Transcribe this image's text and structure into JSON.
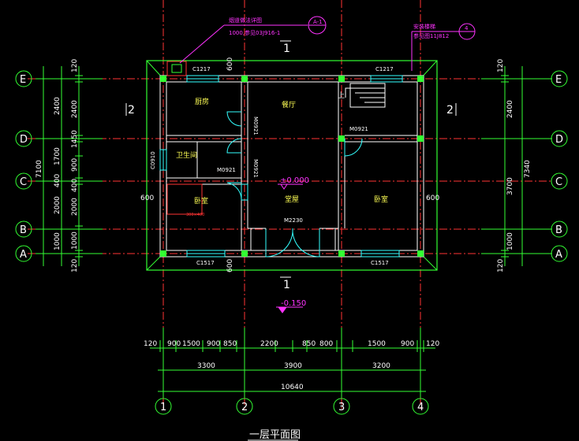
{
  "title": "一层平面图",
  "colors": {
    "background": "#000000",
    "axis": "#ff3333",
    "dim": "#33ff33",
    "wall": "#ffffff",
    "window": "#33ffff",
    "door": "#33ffff",
    "annotation": "#ff33ff",
    "room_text": "#ffff55",
    "column": "#33ff33"
  },
  "axes": {
    "vertical": [
      "1",
      "2",
      "3",
      "4"
    ],
    "horizontal": [
      "A",
      "B",
      "C",
      "D",
      "E"
    ]
  },
  "rooms": {
    "kitchen": "厨房",
    "dining": "餐厅",
    "bathroom": "卫生间",
    "bedroom_left": "卧室",
    "living": "堂屋",
    "bedroom_right": "卧室"
  },
  "openings": {
    "c1217_left": "C1217",
    "c1217_right": "C1217",
    "m0921_a": "M0921",
    "m0921_b": "M0921",
    "m0921_c": "M0921",
    "m0921_d": "M0921",
    "c0910": "C0910",
    "m2230": "M2230",
    "c1517_left": "C1517",
    "c1517_right": "C1517"
  },
  "levels": {
    "floor": "±0.000",
    "outside": "-0.150"
  },
  "section_marks": {
    "side": "2",
    "top": "1",
    "bottom": "1"
  },
  "stair_label": "上",
  "notes": {
    "chimney_line1": "烟道做法详图",
    "chimney_line2": "1000,参见03J916-1",
    "chimney_ref": "A-1",
    "stair_line1": "安装楼梯",
    "stair_line2": "参见图11J812",
    "stair_ref": "4"
  },
  "dims_bottom_row1": [
    "900",
    "1500",
    "900",
    "850",
    "2200",
    "850",
    "800",
    "1500",
    "900"
  ],
  "dims_bottom_row2": [
    "3300",
    "3900",
    "3200"
  ],
  "dims_bottom_total": "10640",
  "dims_bottom_edges": [
    "120",
    "120"
  ],
  "dims_left_row1": [
    "2400",
    "1450",
    "900",
    "400",
    "2000",
    "1000"
  ],
  "dims_left_row2": [
    "7100"
  ],
  "dims_left_edges": [
    "120",
    "120"
  ],
  "dims_right_row1": [
    "2400",
    "3700",
    "1000"
  ],
  "dims_right_row2": [
    "7340"
  ],
  "dims_right_edges": [
    "120",
    "120"
  ],
  "dims_misc": {
    "top_600": "600",
    "bottom_600": "600",
    "left_600": "600",
    "right_600": "600",
    "small_mark": "300×400"
  }
}
